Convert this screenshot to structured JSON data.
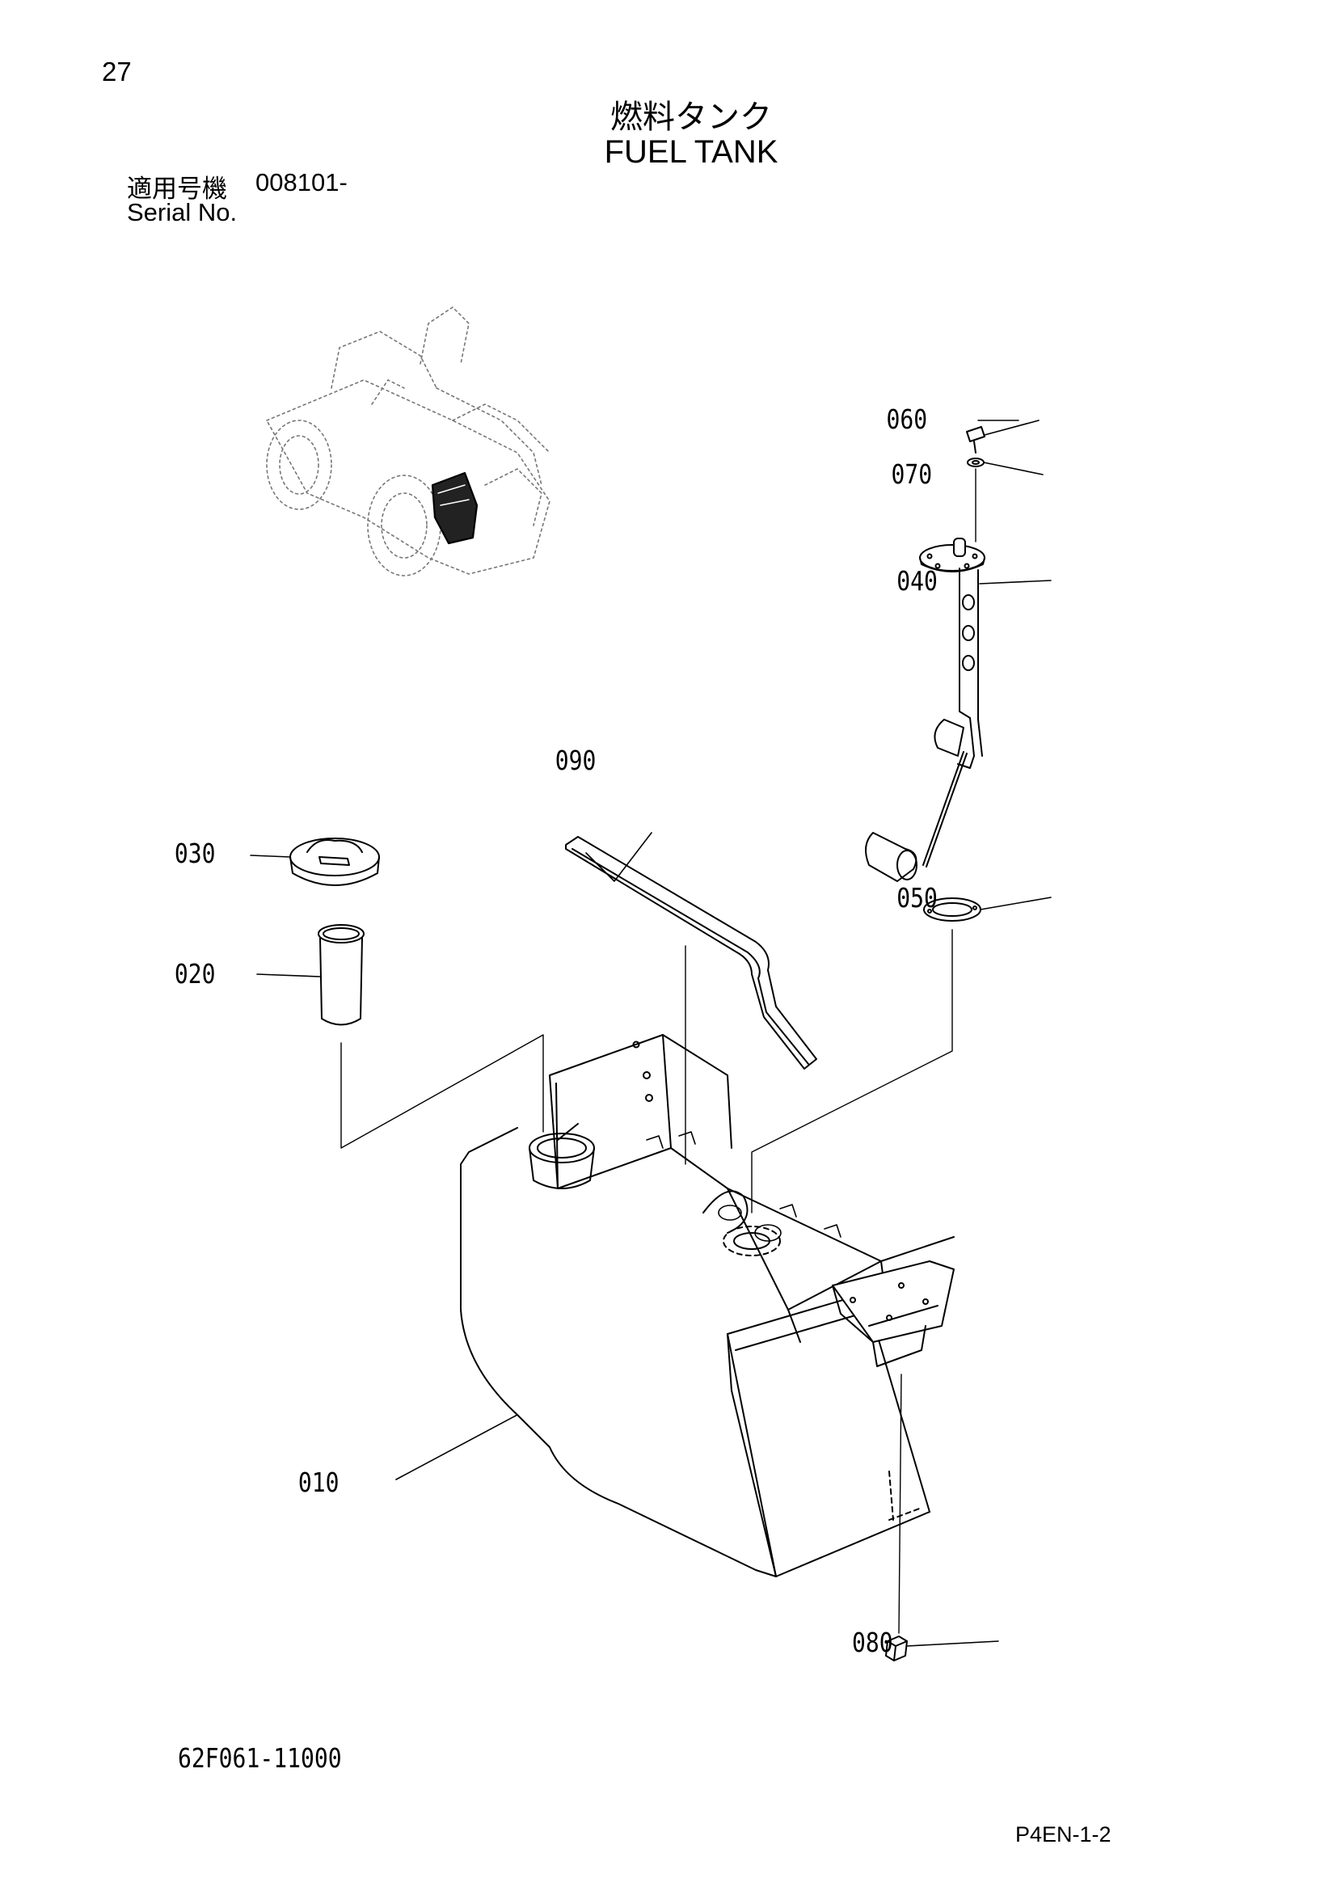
{
  "header": {
    "page_number": "27",
    "title_jp": "燃料タンク",
    "title_en": "FUEL TANK",
    "serial_label_jp": "適用号機",
    "serial_value": "008101-",
    "serial_label_en": "Serial No."
  },
  "parts": [
    {
      "id": "tank",
      "callout": "010"
    },
    {
      "id": "filler-neck",
      "callout": "020"
    },
    {
      "id": "cap",
      "callout": "030"
    },
    {
      "id": "fuel-gauge-sender",
      "callout": "040"
    },
    {
      "id": "gasket",
      "callout": "050"
    },
    {
      "id": "bolt",
      "callout": "060"
    },
    {
      "id": "washer",
      "callout": "070"
    },
    {
      "id": "drain-plug",
      "callout": "080"
    },
    {
      "id": "seal-strip",
      "callout": "090"
    }
  ],
  "footer": {
    "drawing_number": "62F061-11000",
    "page_code": "P4EN-1-2"
  }
}
